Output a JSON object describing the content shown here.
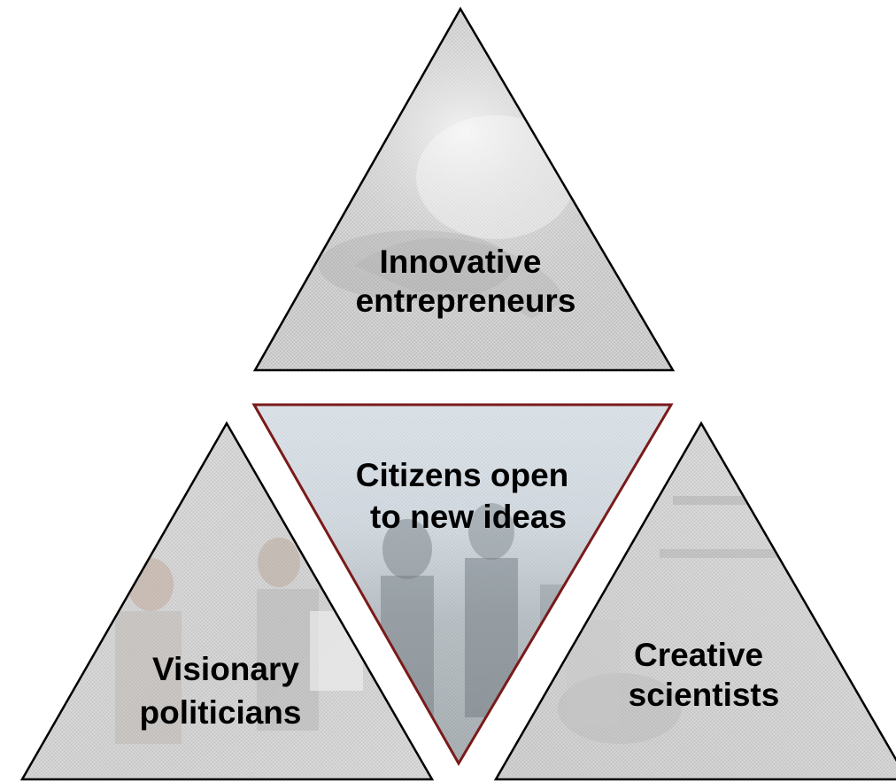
{
  "triangles": {
    "top": {
      "label_line1": "Innovative",
      "label_line2": "entrepreneurs",
      "theme": "hand-photo"
    },
    "center": {
      "label_line1": "Citizens open",
      "label_line2": "to new ideas",
      "theme": "business-people-photo",
      "border_color": "#7a1a1a"
    },
    "left": {
      "label_line1": "Visionary",
      "label_line2": "politicians",
      "theme": "handshake-photo"
    },
    "right": {
      "label_line1": "Creative",
      "label_line2": "scientists",
      "theme": "laboratory-photo"
    }
  },
  "colors": {
    "triangle_fill": "#d2d2d2",
    "triangle_stroke": "#000000",
    "center_fill_top": "#dbe6ef",
    "center_fill_bottom": "#b8c2c8"
  }
}
